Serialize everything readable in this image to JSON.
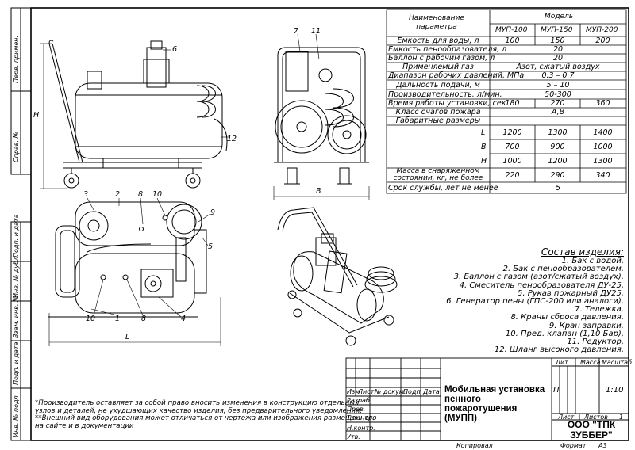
{
  "spec_table": {
    "param_header": "Наименование параметра",
    "model_header": "Модель",
    "models": [
      "МУП-100",
      "МУП-150",
      "МУП-200"
    ],
    "rows": [
      {
        "label": "Емкость для воды, л",
        "values": [
          "100",
          "150",
          "200"
        ]
      },
      {
        "label": "Емкость пенообразователя, л",
        "merged": "20"
      },
      {
        "label": "Баллон с рабочим газом, л",
        "merged": "20"
      },
      {
        "label": "Применяемый газ",
        "merged": "Азот, сжатый воздух"
      },
      {
        "label": "Диапазон рабочих давлений, МПа",
        "merged": "0,3 – 0,7"
      },
      {
        "label": "Дальность подачи, м",
        "merged": "5 – 10"
      },
      {
        "label": "Производительность, л/мин.",
        "merged": "50-300"
      },
      {
        "label": "Время работы установки, сек",
        "values": [
          "180",
          "270",
          "360"
        ]
      },
      {
        "label": "Класс очагов пожара",
        "merged": "A,B"
      },
      {
        "label": "Габаритные размеры",
        "merged": ""
      },
      {
        "label": "L",
        "values": [
          "1200",
          "1300",
          "1400"
        ]
      },
      {
        "label": "B",
        "values": [
          "700",
          "900",
          "1000"
        ]
      },
      {
        "label": "H",
        "values": [
          "1000",
          "1200",
          "1300"
        ]
      },
      {
        "label": "Масса в снаряженном состоянии, кг, не более",
        "values": [
          "220",
          "290",
          "340"
        ]
      },
      {
        "label": "Срок службы, лет не менее",
        "merged": "5"
      }
    ]
  },
  "composition": {
    "title": "Состав изделия:",
    "items": [
      "1. Бак с водой,",
      "2. Бак с пенообразователем,",
      "3. Баллон с газом (азот/сжатый воздух),",
      "4. Смеситель пенообразователя ДУ-25,",
      "5. Рукав пожарный ДУ25,",
      "6. Генератор пены (ГПС-200 или аналоги),",
      "7. Тележка,",
      "8. Краны сброса давления,",
      "9. Кран заправки,",
      "10. Пред. клапан (1,10 Бар),",
      "11. Редуктор,",
      "12. Шланг высокого давления."
    ]
  },
  "notes": [
    "*Производитель оставляет за собой право вносить изменения в конструкцию отдельных",
    "узлов и деталей, не ухудшающих качество изделия, без предварительного уведомления.",
    "**Внешний вид оборудования может отличаться от чертежа или изображения размещенного",
    "на сайте и в документации"
  ],
  "title_block": {
    "name": "Мобильная установка пенного пожаротушения (МУПП)",
    "litera_hdr": "Лит",
    "mass_hdr": "Масса",
    "scale_hdr": "Масштаб",
    "litera": "П",
    "scale": "1:10",
    "sheet_hdr": "Лист",
    "sheets_hdr": "Листов",
    "sheets": "1",
    "company": "ООО \"ТПК ЗУББЕР\"",
    "cols": [
      "Изм",
      "Лист",
      "№ докум.",
      "Подп.",
      "Дата"
    ],
    "roles": [
      "Разраб.",
      "Пров.",
      "Т.контр.",
      "Н.контр.",
      "Утв."
    ],
    "copied": "Копировал",
    "format_lbl": "Формат",
    "format": "А3"
  },
  "side_labels": [
    "Перв. примен.",
    "Справ. №",
    "Подп. и дата",
    "Инв. № дубл.",
    "Взам. инв. №",
    "Подп. и дата",
    "Инв. № подл."
  ],
  "dimensions": {
    "h": "H",
    "b": "B",
    "l": "L"
  },
  "callouts": {
    "front": [
      "6",
      "12"
    ],
    "side": [
      "7",
      "11"
    ],
    "top": [
      "3",
      "2",
      "8",
      "10",
      "9",
      "5",
      "10",
      "1",
      "8",
      "4"
    ]
  }
}
